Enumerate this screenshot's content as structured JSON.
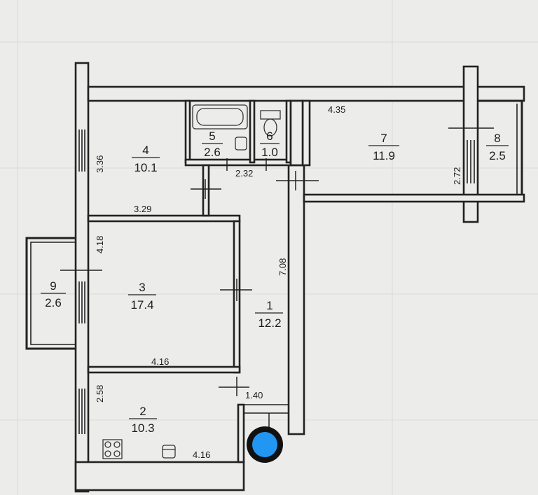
{
  "rooms": [
    {
      "number": "1",
      "area": "12.2"
    },
    {
      "number": "2",
      "area": "10.3"
    },
    {
      "number": "3",
      "area": "17.4"
    },
    {
      "number": "4",
      "area": "10.1"
    },
    {
      "number": "5",
      "area": "2.6"
    },
    {
      "number": "6",
      "area": "1.0"
    },
    {
      "number": "7",
      "area": "11.9"
    },
    {
      "number": "8",
      "area": "2.5"
    },
    {
      "number": "9",
      "area": "2.6"
    }
  ],
  "dimensions": {
    "d_4_35": "4.35",
    "d_3_36": "3.36",
    "d_2_32": "2.32",
    "d_2_72": "2.72",
    "d_3_29": "3.29",
    "d_4_18": "4.18",
    "d_7_08": "7.08",
    "d_4_16_top": "4.16",
    "d_2_58": "2.58",
    "d_1_40": "1.40",
    "d_4_16_bottom": "4.16"
  },
  "marker": {
    "color": "#2196f3",
    "ring": "#111111"
  }
}
